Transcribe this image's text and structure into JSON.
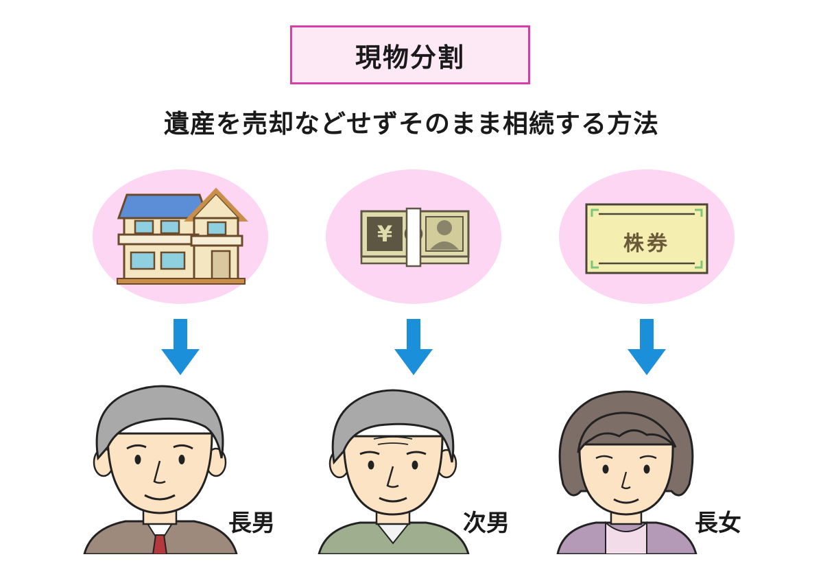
{
  "title": "現物分割",
  "subtitle": "遺産を売却などせずそのまま相続する方法",
  "colors": {
    "title_border": "#d63ea8",
    "title_fill": "#fde8f6",
    "bubble": "#fcd6f2",
    "arrow": "#1b8fd9"
  },
  "columns": [
    {
      "asset_icon": "house-icon",
      "heir": "長男"
    },
    {
      "asset_icon": "banknote-bundle-icon",
      "heir": "次男"
    },
    {
      "asset_icon": "stock-certificate-icon",
      "certificate_text": "株券",
      "heir": "長女"
    }
  ]
}
